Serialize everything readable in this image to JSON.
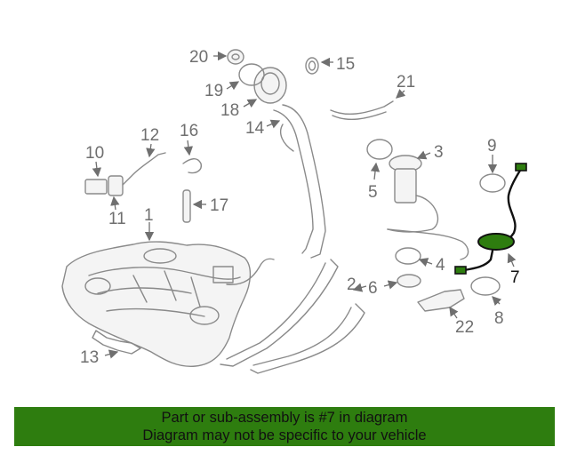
{
  "callouts": {
    "c1": "1",
    "c2": "2",
    "c3": "3",
    "c4": "4",
    "c5": "5",
    "c6": "6",
    "c7": "7",
    "c8": "8",
    "c9": "9",
    "c10": "10",
    "c11": "11",
    "c12": "12",
    "c13": "13",
    "c14": "14",
    "c15": "15",
    "c16": "16",
    "c17": "17",
    "c18": "18",
    "c19": "19",
    "c20": "20",
    "c21": "21",
    "c22": "22"
  },
  "highlight": {
    "part": "7",
    "color": "#2e7d0f"
  },
  "banner": {
    "line1": "Part or sub-assembly is #7 in diagram",
    "line2": "Diagram may not be specific to your vehicle"
  }
}
